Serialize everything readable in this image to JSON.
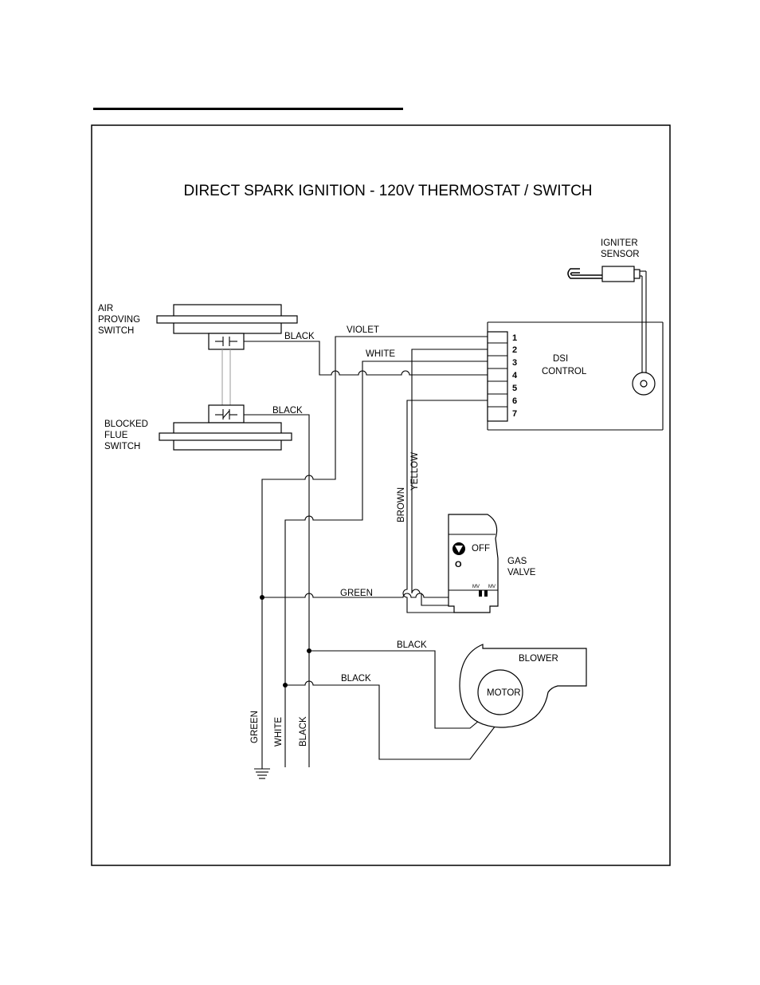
{
  "title": "DIRECT SPARK IGNITION - 120V THERMOSTAT / SWITCH",
  "labels": {
    "igniter_sensor_line1": "IGNITER",
    "igniter_sensor_line2": "SENSOR",
    "air_proving_line1": "AIR",
    "air_proving_line2": "PROVING",
    "air_proving_line3": "SWITCH",
    "blocked_flue_line1": "BLOCKED",
    "blocked_flue_line2": "FLUE",
    "blocked_flue_line3": "SWITCH",
    "dsi_line1": "DSI",
    "dsi_line2": "CONTROL",
    "gas_valve_line1": "GAS",
    "gas_valve_line2": "VALVE",
    "valve_off": "OFF",
    "valve_o": "O",
    "valve_mv1": "MV",
    "valve_mv2": "MV",
    "blower": "BLOWER",
    "motor": "MOTOR"
  },
  "dsi_pins": [
    "1",
    "2",
    "3",
    "4",
    "5",
    "6",
    "7"
  ],
  "wires": {
    "black_air": "BLACK",
    "violet": "VIOLET",
    "white_top": "WHITE",
    "black_flue": "BLACK",
    "yellow": "YELLOW",
    "brown": "BROWN",
    "green_h": "GREEN",
    "black_blower1": "BLACK",
    "black_blower2": "BLACK",
    "green_v": "GREEN",
    "white_v": "WHITE",
    "black_v": "BLACK"
  }
}
